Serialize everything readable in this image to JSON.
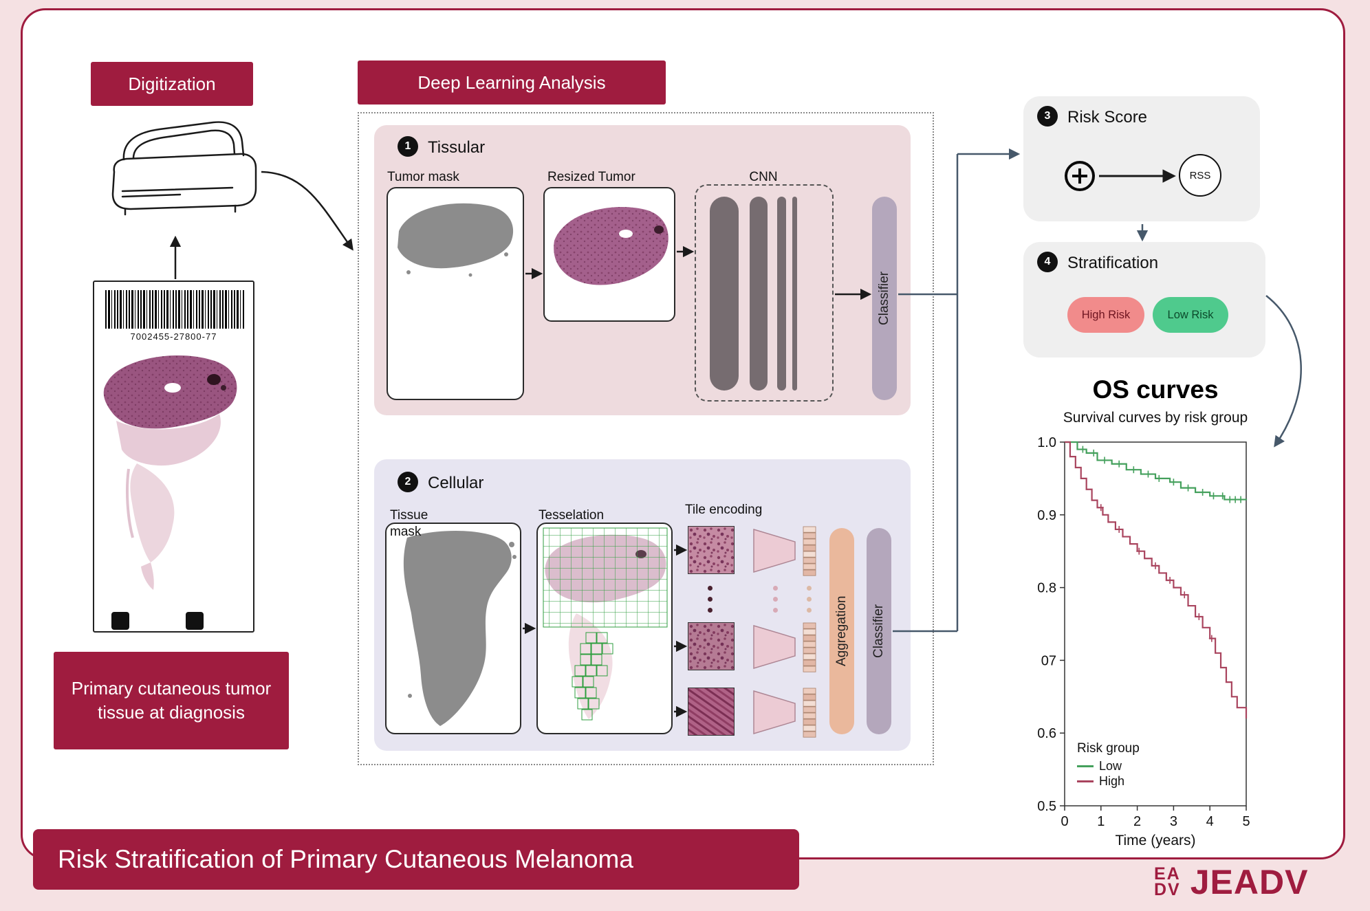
{
  "page": {
    "title_banner": "Risk Stratification of Primary Cutaneous Melanoma"
  },
  "digitization": {
    "title": "Digitization",
    "barcode_number": "7002455-27800-77",
    "caption": "Primary cutaneous tumor tissue at diagnosis"
  },
  "deep_learning": {
    "title": "Deep Learning Analysis",
    "tissular": {
      "step": "1",
      "title": "Tissular",
      "tumor_mask": "Tumor mask",
      "resized_tumor": "Resized Tumor",
      "cnn": "CNN",
      "classifier": "Classifier"
    },
    "cellular": {
      "step": "2",
      "title": "Cellular",
      "tissue_mask": "Tissue mask",
      "tesselation": "Tesselation",
      "tile_encoding": "Tile encoding",
      "aggregation": "Aggregation",
      "classifier": "Classifier"
    }
  },
  "risk_score": {
    "step": "3",
    "title": "Risk Score",
    "rss": "RSS"
  },
  "stratification": {
    "step": "4",
    "title": "Stratification",
    "high": "High Risk",
    "low": "Low Risk"
  },
  "chart_data": {
    "type": "line",
    "title": "OS curves",
    "subtitle": "Survival curves by risk group",
    "xlabel": "Time (years)",
    "legend_title": "Risk group",
    "xlim": [
      0,
      5
    ],
    "ylim": [
      0.5,
      1.0
    ],
    "x_ticks": [
      0,
      1,
      2,
      3,
      4,
      5
    ],
    "y_ticks": [
      {
        "value": 1.0,
        "label": "1.0"
      },
      {
        "value": 0.9,
        "label": "0.9"
      },
      {
        "value": 0.8,
        "label": "0.8"
      },
      {
        "value": 0.7,
        "label": "07"
      },
      {
        "value": 0.6,
        "label": "0.6"
      },
      {
        "value": 0.5,
        "label": "0.5"
      }
    ],
    "grid": false,
    "legend_position": "lower-left",
    "series": [
      {
        "name": "Low",
        "color": "#44a05c",
        "x": [
          0,
          0.35,
          0.6,
          0.9,
          1.3,
          1.7,
          2.1,
          2.5,
          2.9,
          3.2,
          3.6,
          4.0,
          4.4,
          5.0
        ],
        "y": [
          1.0,
          0.99,
          0.985,
          0.975,
          0.97,
          0.962,
          0.956,
          0.95,
          0.945,
          0.937,
          0.931,
          0.926,
          0.921,
          0.92
        ],
        "censors": [
          0.5,
          0.8,
          1.1,
          1.5,
          1.9,
          2.3,
          2.6,
          3.0,
          3.4,
          3.8,
          4.1,
          4.35,
          4.55,
          4.7,
          4.85
        ]
      },
      {
        "name": "High",
        "color": "#a9445e",
        "x": [
          0,
          0.15,
          0.3,
          0.45,
          0.6,
          0.75,
          0.9,
          1.05,
          1.2,
          1.4,
          1.6,
          1.8,
          2.0,
          2.2,
          2.4,
          2.6,
          2.8,
          3.0,
          3.2,
          3.4,
          3.6,
          3.8,
          4.0,
          4.15,
          4.3,
          4.45,
          4.6,
          4.75,
          5.0
        ],
        "y": [
          1.0,
          0.98,
          0.965,
          0.95,
          0.935,
          0.92,
          0.91,
          0.9,
          0.89,
          0.88,
          0.87,
          0.86,
          0.85,
          0.84,
          0.83,
          0.82,
          0.81,
          0.8,
          0.79,
          0.775,
          0.76,
          0.745,
          0.73,
          0.71,
          0.69,
          0.67,
          0.65,
          0.635,
          0.62
        ],
        "censors": [
          1.0,
          1.5,
          2.05,
          2.5,
          2.9,
          3.3,
          3.7,
          4.05
        ]
      }
    ]
  },
  "logo": {
    "monogram_top": "EA",
    "monogram_bottom": "DV",
    "wordmark": "JEADV"
  }
}
